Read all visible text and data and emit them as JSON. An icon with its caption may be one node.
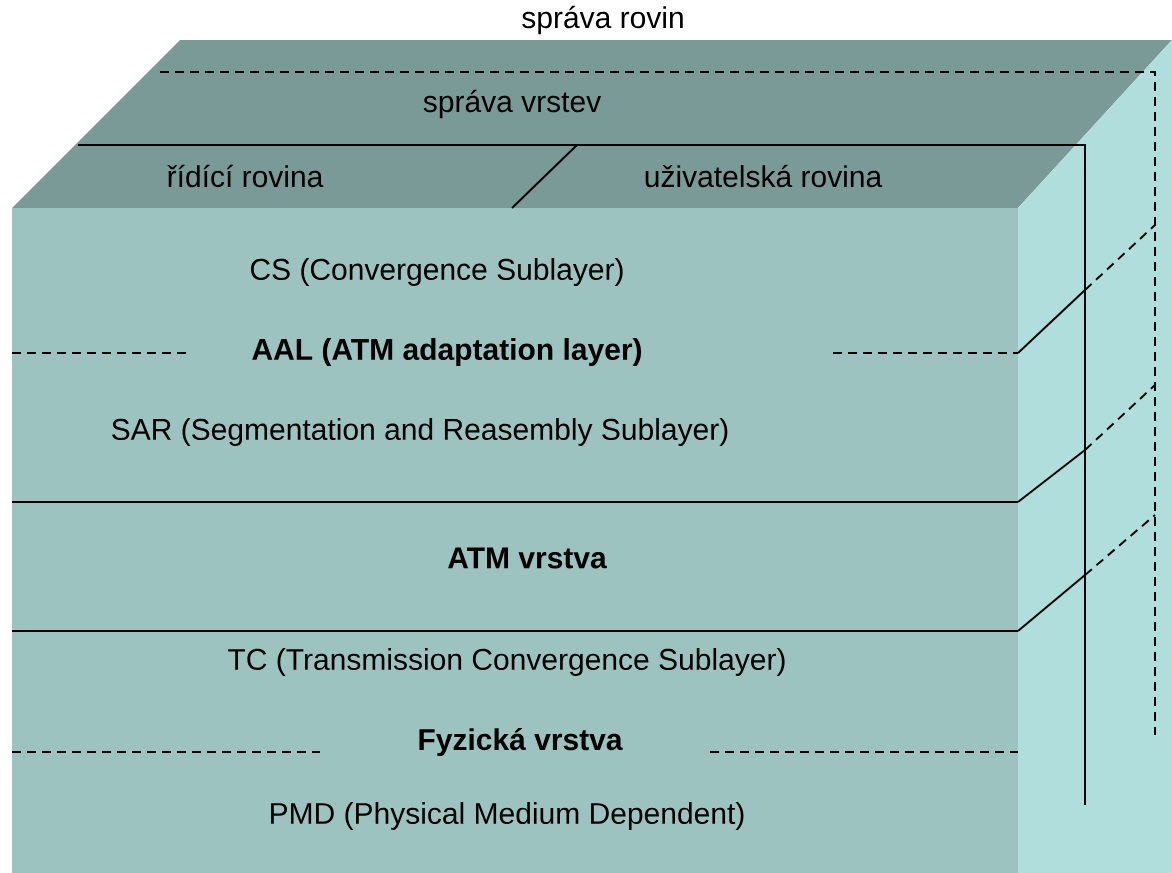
{
  "diagram": {
    "nodes": [
      {
        "text": [
          "správa vrstev"
        ]
      },
      {
        "text": [
          "řídící rovina"
        ]
      },
      {
        "text": [
          "uživatelská rovina"
        ]
      },
      {
        "text": [
          "CS (Convergence Sublayer)",
          "AAL (ATM adaptation layer)",
          "SAR (Segmentation and Reasembly Sublayer)"
        ]
      },
      {
        "text": [
          "ATM vrstva"
        ]
      },
      {
        "text": [
          "TC (Transmission Convergence Sublayer)",
          "Fyzická vrstva",
          "PMD (Physical Medium Dependent)"
        ]
      }
    ],
    "labels": [
      "správa rovin"
    ]
  }
}
